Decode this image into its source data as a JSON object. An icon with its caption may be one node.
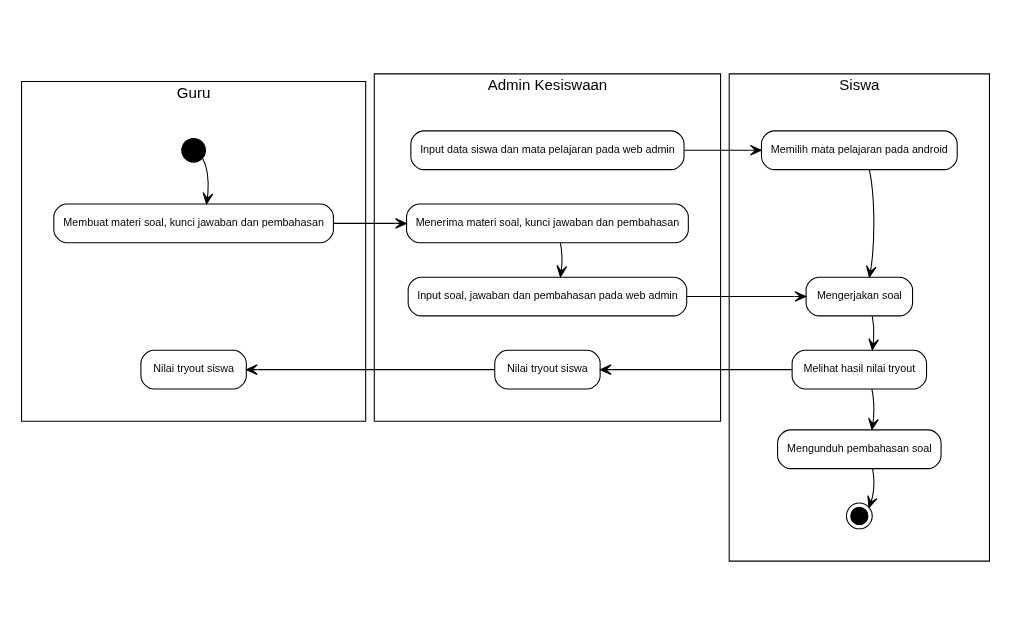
{
  "diagram": {
    "nodes": [
      {
        "text": [
          "Guru"
        ]
      },
      {
        "text": [
          "Admin Kesiswaan"
        ]
      },
      {
        "text": [
          "Siswa"
        ]
      },
      {
        "text": [],
        "shape": "circle",
        "in": 0
      },
      {
        "text": [
          "Membuat materi soal, kunci jawaban dan pembahasan"
        ],
        "in": 0
      },
      {
        "text": [
          "Nilai tryout siswa"
        ],
        "in": 0
      },
      {
        "text": [
          "Input data siswa dan mata pelajaran pada web admin"
        ],
        "in": 1
      },
      {
        "text": [
          "Menerima materi soal, kunci jawaban dan pembahasan"
        ],
        "in": 1
      },
      {
        "text": [
          "Input soal, jawaban dan pembahasan pada web admin"
        ],
        "in": 1
      },
      {
        "text": [
          "Nilai tryout siswa"
        ],
        "in": 1
      },
      {
        "text": [
          "Memilih mata pelajaran pada android"
        ],
        "in": 2
      },
      {
        "text": [
          "Mengerjakan soal"
        ],
        "in": 2
      },
      {
        "text": [
          "Melihat hasil nilai tryout"
        ],
        "in": 2
      },
      {
        "text": [
          "Mengunduh pembahasan soal"
        ],
        "in": 2
      },
      {
        "text": [],
        "shape": "bullseye",
        "in": 2
      }
    ],
    "edges": [
      {
        "from": 3,
        "to": 4,
        "arrow": "to"
      },
      {
        "from": 4,
        "to": 7,
        "arrow": "to"
      },
      {
        "from": 6,
        "to": 10,
        "arrow": "to"
      },
      {
        "from": 7,
        "to": 8,
        "arrow": "to"
      },
      {
        "from": 10,
        "to": 11,
        "arrow": "to"
      },
      {
        "from": 8,
        "to": 11,
        "arrow": "to"
      },
      {
        "from": 11,
        "to": 12,
        "arrow": "to"
      },
      {
        "from": 12,
        "to": 9,
        "arrow": "to"
      },
      {
        "from": 9,
        "to": 5,
        "arrow": "to"
      },
      {
        "from": 12,
        "to": 13,
        "arrow": "to"
      },
      {
        "from": 13,
        "to": 14,
        "arrow": "to"
      }
    ]
  }
}
